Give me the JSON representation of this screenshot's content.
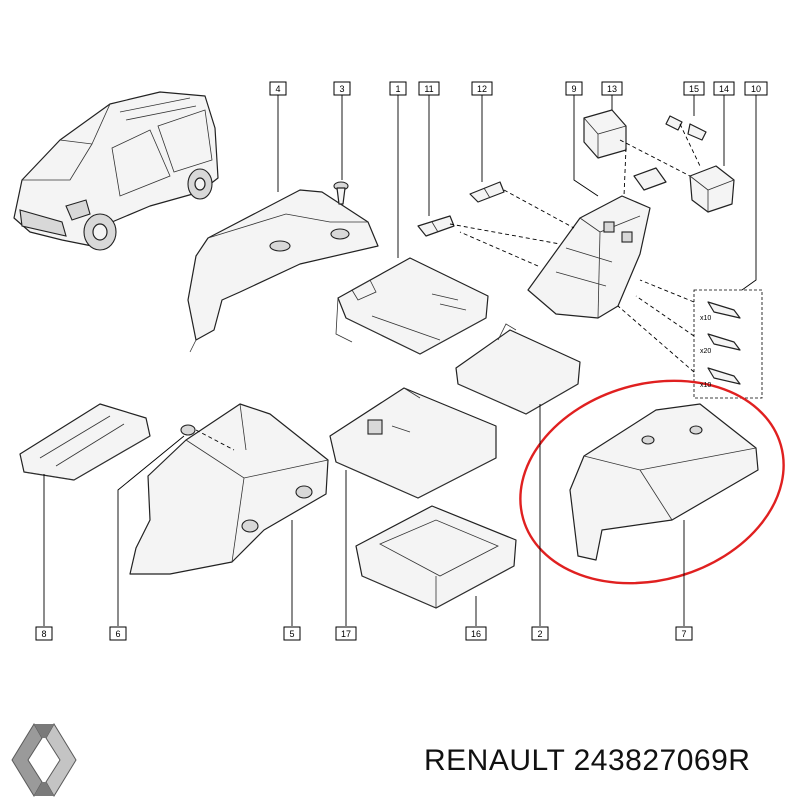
{
  "callouts": {
    "c1": "1",
    "c2": "2",
    "c3": "3",
    "c4": "4",
    "c5": "5",
    "c6": "6",
    "c7": "7",
    "c8": "8",
    "c9": "9",
    "c10": "10",
    "c11": "11",
    "c12": "12",
    "c13": "13",
    "c14": "14",
    "c15": "15",
    "c16": "16",
    "c17": "17"
  },
  "quantities": {
    "q1": "x10",
    "q2": "x20",
    "q3": "x10"
  },
  "caption": "RENAULT 243827069R",
  "colors": {
    "highlight": "#e02020",
    "line": "#222222",
    "part_fill": "#f4f4f4"
  },
  "icons": {
    "brand_logo": "renault-diamond-logo"
  }
}
